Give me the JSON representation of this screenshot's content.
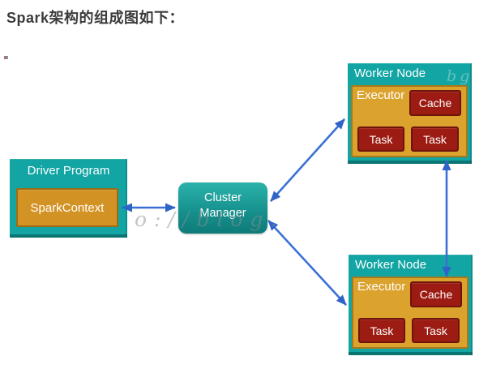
{
  "page": {
    "title": "Spark架构的组成图如下：",
    "artifact_dot": "."
  },
  "diagram": {
    "driver": {
      "title": "Driver Program",
      "context_label": "SparkContext"
    },
    "cluster": {
      "line1": "Cluster",
      "line2": "Manager"
    },
    "workers": [
      {
        "title": "Worker Node",
        "executor_label": "Executor",
        "cache_label": "Cache",
        "task_labels": [
          "Task",
          "Task"
        ]
      },
      {
        "title": "Worker Node",
        "executor_label": "Executor",
        "cache_label": "Cache",
        "task_labels": [
          "Task",
          "Task"
        ]
      }
    ],
    "watermark_main": "o://blog.",
    "watermark_small": "bg.",
    "connections": [
      "SparkContext <-> Cluster Manager",
      "Cluster Manager <-> Worker Node (top)",
      "Cluster Manager <-> Worker Node (bottom)",
      "Worker Node (top) <-> Worker Node (bottom)"
    ]
  },
  "colors": {
    "node_teal": "#12a5a3",
    "node_teal_shadow": "#0b6c6c",
    "cluster_gradient_top": "#2bb2ab",
    "cluster_gradient_bottom": "#0d7b79",
    "executor_orange": "#dba22d",
    "orange_border": "#a87818",
    "sparkcontext_orange": "#d39224",
    "task_red": "#9c1b12",
    "red_border": "#6f130b",
    "arrow_blue": "#3a70d6",
    "title_text": "#3b3b3b",
    "box_text": "#ffffff"
  }
}
